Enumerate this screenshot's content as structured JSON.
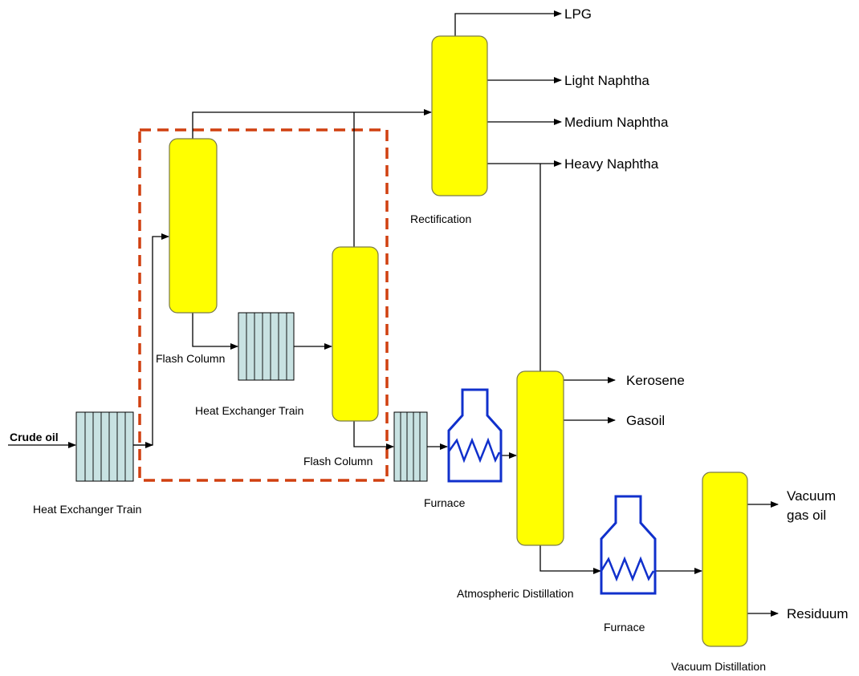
{
  "colors": {
    "column_fill": "#ffff00",
    "column_stroke": "#7a7a4a",
    "exchanger_fill": "#c8e2e2",
    "exchanger_stroke": "#000000",
    "furnace_stroke": "#1030cc",
    "boundary_stroke": "#d04010",
    "line": "#000000"
  },
  "inputs": {
    "crude_oil": "Crude oil"
  },
  "units": {
    "heat_exchanger_train_1": "Heat Exchanger Train",
    "flash_column_1": "Flash Column",
    "heat_exchanger_train_2": "Heat Exchanger Train",
    "flash_column_2": "Flash Column",
    "furnace_1": "Furnace",
    "rectification": "Rectification",
    "atmospheric_distillation": "Atmospheric Distillation",
    "furnace_2": "Furnace",
    "vacuum_distillation": "Vacuum Distillation"
  },
  "products": {
    "lpg": "LPG",
    "light_naphtha": "Light Naphtha",
    "medium_naphtha": "Medium Naphtha",
    "heavy_naphtha": "Heavy Naphtha",
    "kerosene": "Kerosene",
    "gasoil": "Gasoil",
    "vacuum_gas_oil_line1": "Vacuum",
    "vacuum_gas_oil_line2": "gas oil",
    "residuum": "Residuum"
  }
}
